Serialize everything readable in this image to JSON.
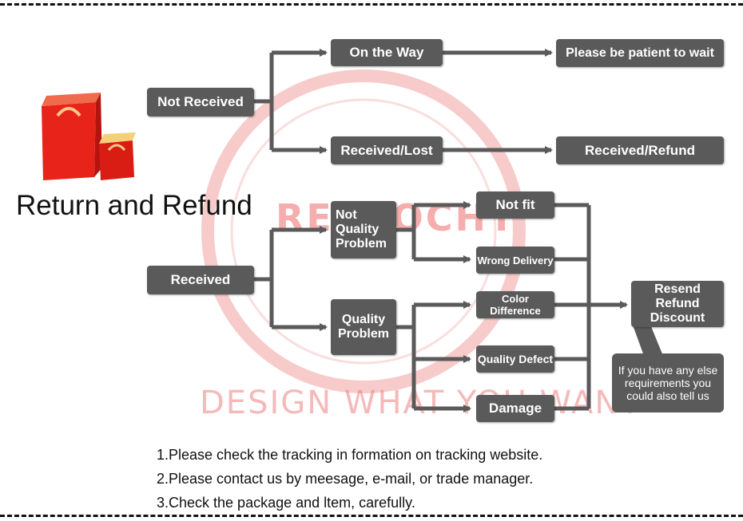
{
  "title": "Return and Refund",
  "watermark": {
    "brand": "RETROCHY",
    "slogan": "DESIGN WHAT YOU WANT"
  },
  "nodes": {
    "not_received": "Not Received",
    "on_the_way": "On the Way",
    "please_wait": "Please be patient to wait",
    "received_lost": "Received/Lost",
    "received_refund": "Received/Refund",
    "received": "Received",
    "not_quality_problem": "Not Quality Problem",
    "quality_problem": "Quality Problem",
    "not_fit": "Not fit",
    "wrong_delivery": "Wrong Delivery",
    "color_difference": "Color Difference",
    "quality_defect": "Quality Defect",
    "damage": "Damage",
    "resend_refund_discount": "Resend Refund Discount",
    "callout": "If you have any else requirements you could also tell us"
  },
  "notes": [
    "1.Please check the tracking in formation on tracking website.",
    "2.Please contact us by meesage, e-mail, or trade manager.",
    "3.Check the package and ltem, carefully."
  ],
  "colors": {
    "box": "#5a5a5a",
    "arrow": "#5a5a5a",
    "bag": "#e8231a",
    "watermark": "#ee6b6b"
  }
}
